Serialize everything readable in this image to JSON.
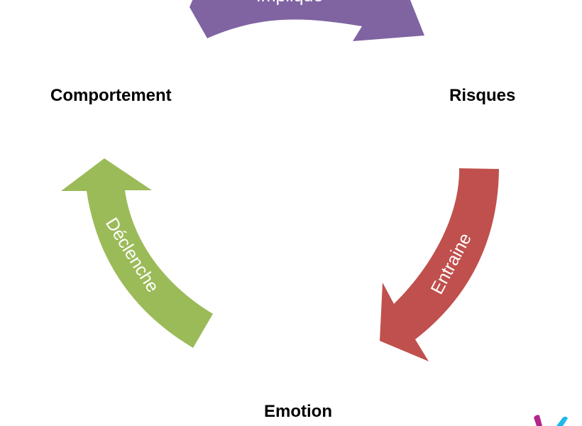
{
  "nodes": {
    "comportement": "Comportement",
    "risques": "Risques",
    "emotion": "Emotion"
  },
  "arrows": {
    "top": {
      "label": "Implique",
      "color": "#8064a2"
    },
    "right": {
      "label": "Entraine",
      "color": "#c0504d"
    },
    "left": {
      "label": "Déclenche",
      "color": "#9bbb59"
    }
  },
  "logo": {
    "colors": [
      "#b0268a",
      "#1fb8e8"
    ]
  }
}
